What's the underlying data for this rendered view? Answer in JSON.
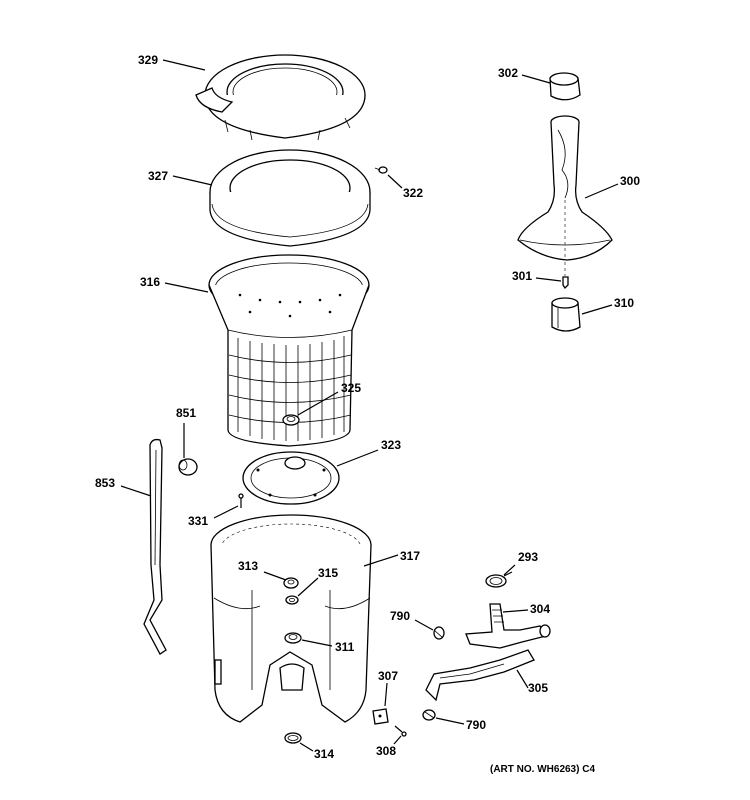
{
  "labels": {
    "p329": "329",
    "p327": "327",
    "p322": "322",
    "p316": "316",
    "p325": "325",
    "p323": "323",
    "p851": "851",
    "p853": "853",
    "p331": "331",
    "p317": "317",
    "p313": "313",
    "p315": "315",
    "p311": "311",
    "p314": "314",
    "p302": "302",
    "p300": "300",
    "p301": "301",
    "p310": "310",
    "p293": "293",
    "p304": "304",
    "p790a": "790",
    "p790b": "790",
    "p305": "305",
    "p307": "307",
    "p308": "308"
  },
  "art_ref": "(ART NO. WH6263) C4"
}
